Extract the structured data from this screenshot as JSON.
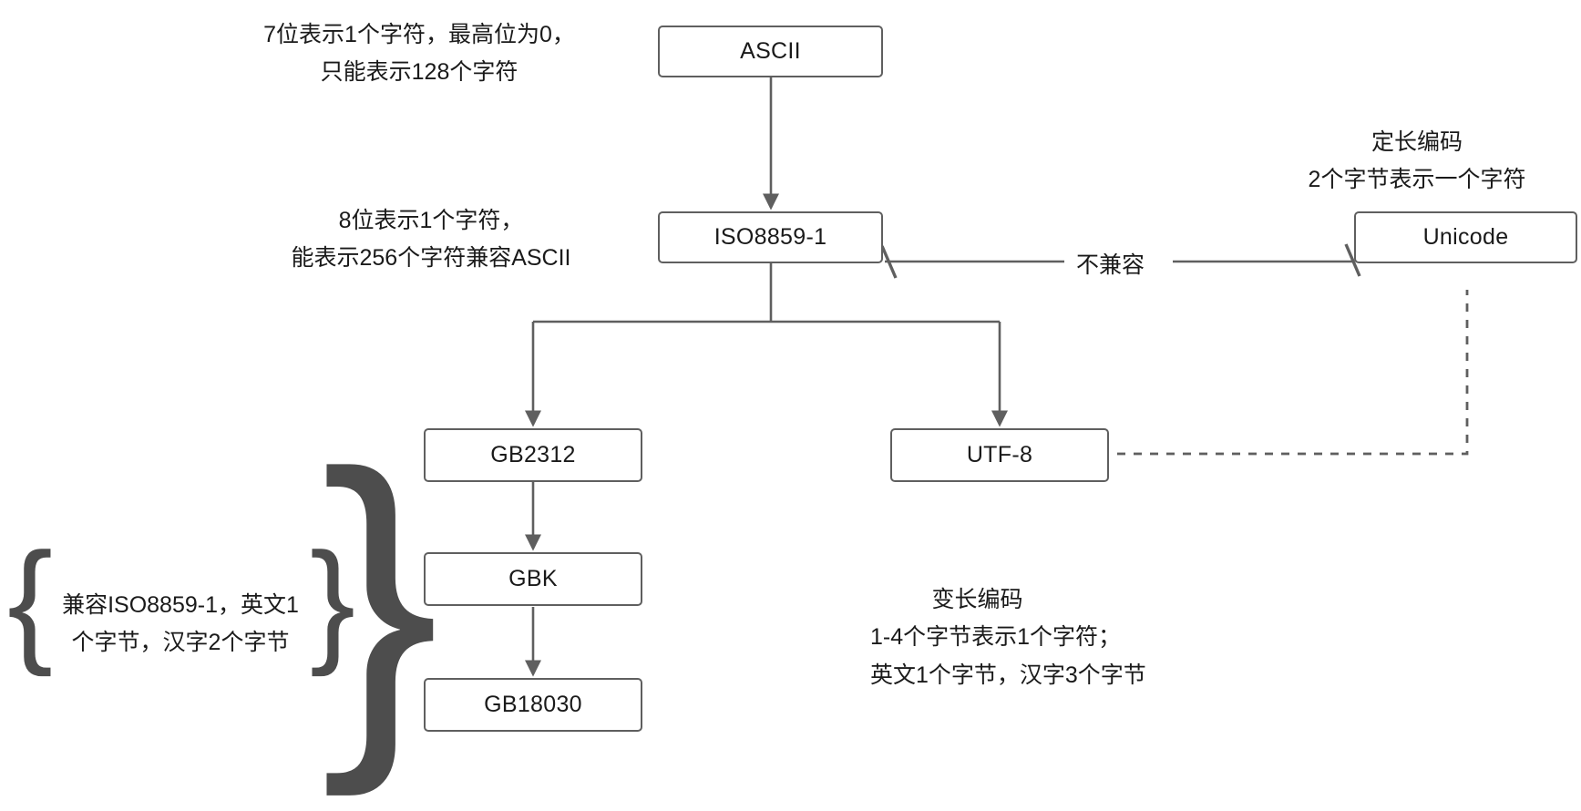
{
  "diagram": {
    "title": "Character Encoding Evolution Diagram",
    "colors": {
      "box_border": "#5f5f5f",
      "edge": "#5f5f5f",
      "text": "#1a1a1a",
      "background": "#ffffff"
    },
    "nodes": [
      {
        "id": "ascii",
        "label": "ASCII"
      },
      {
        "id": "iso8859-1",
        "label": "ISO8859-1"
      },
      {
        "id": "unicode",
        "label": "Unicode"
      },
      {
        "id": "gb2312",
        "label": "GB2312"
      },
      {
        "id": "gbk",
        "label": "GBK"
      },
      {
        "id": "gb18030",
        "label": "GB18030"
      },
      {
        "id": "utf-8",
        "label": "UTF-8"
      }
    ],
    "edge_labels": [
      {
        "id": "incompatible",
        "label": "不兼容"
      }
    ],
    "notes": {
      "ascii_note": {
        "lines": [
          "7位表示1个字符，最高位为0，",
          "只能表示128个字符"
        ]
      },
      "iso_note": {
        "lines": [
          "8位表示1个字符，",
          "能表示256个字符兼容ASCII"
        ]
      },
      "unicode_note": {
        "lines": [
          "定长编码",
          "2个字节表示一个字符"
        ]
      },
      "gb_note": {
        "lines": [
          "兼容ISO8859-1，英文1",
          "个字节，汉字2个字节"
        ]
      },
      "utf8_note": {
        "lines": [
          "变长编码",
          "1-4个字节表示1个字符；",
          "英文1个字节，汉字3个字节"
        ]
      }
    },
    "braces": {
      "left": "{",
      "right": "}",
      "group_right": "}"
    }
  }
}
